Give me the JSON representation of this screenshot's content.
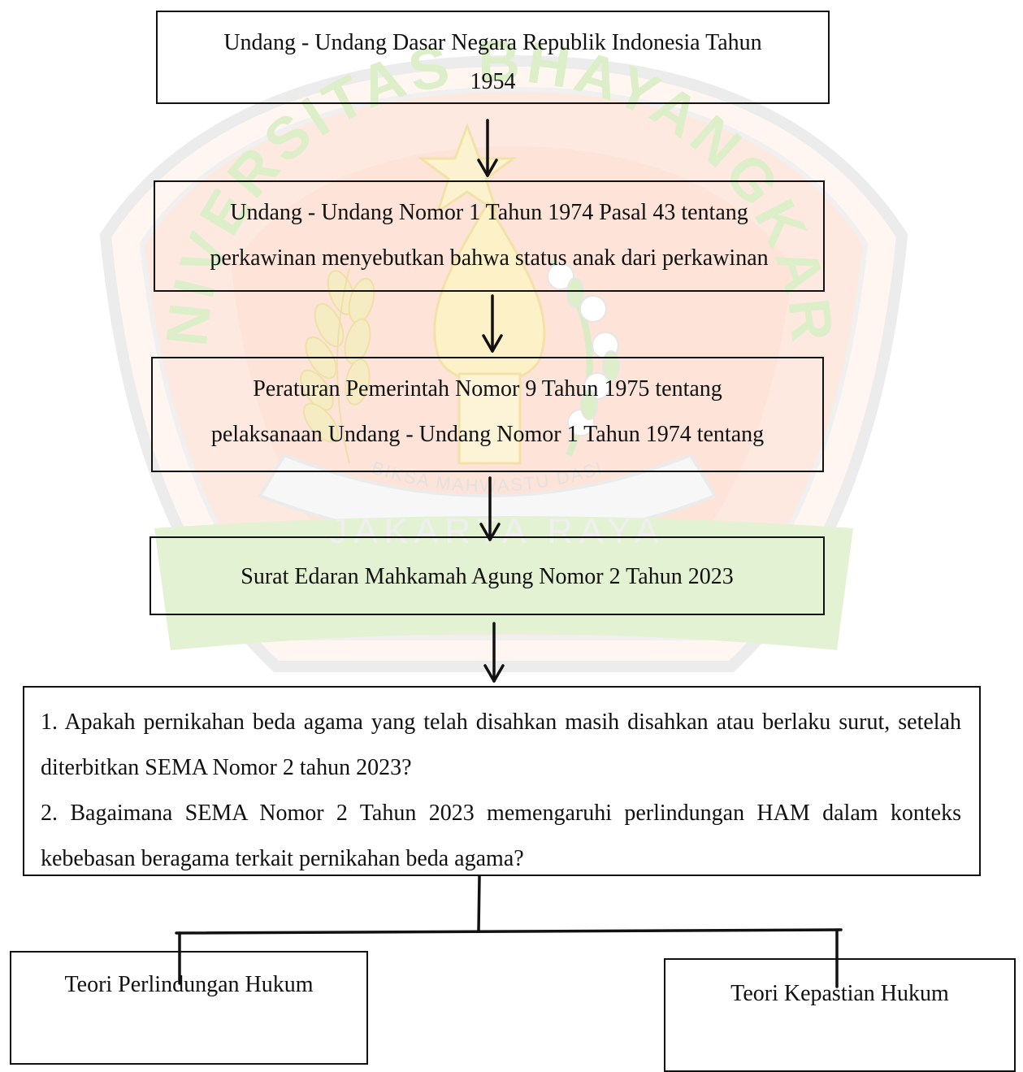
{
  "watermark": {
    "arc_top": "UNIVERSITAS BHAYANGKARA",
    "ribbon": "BIKSA MAHWASTU DASI",
    "bottom": "JAKARTA RAYA"
  },
  "flow": {
    "box1": {
      "lines": [
        "Undang - Undang Dasar Negara Republik Indonesia Tahun",
        "1954"
      ]
    },
    "box2": {
      "lines": [
        "Undang - Undang Nomor 1 Tahun 1974 Pasal 43 tentang",
        "perkawinan menyebutkan bahwa status anak dari perkawinan"
      ]
    },
    "box3": {
      "lines": [
        "Peraturan Pemerintah Nomor 9 Tahun 1975 tentang",
        "pelaksanaan Undang - Undang Nomor 1 Tahun 1974 tentang"
      ]
    },
    "box4": {
      "lines": [
        "Surat Edaran Mahkamah Agung Nomor 2 Tahun 2023"
      ]
    },
    "questions": {
      "q1": "1. Apakah pernikahan beda agama yang telah disahkan masih disahkan atau berlaku surut, setelah diterbitkan SEMA Nomor 2 tahun 2023?",
      "q2": "2. Bagaimana SEMA Nomor 2 Tahun 2023 memengaruhi perlindungan HAM dalam konteks kebebasan beragama terkait pernikahan beda agama?"
    },
    "theory_left": "Teori Perlindungan Hukum",
    "theory_right": "Teori Kepastian Hukum"
  },
  "colors": {
    "watermark_red": "#fde5dc",
    "watermark_green": "#e3f2d2",
    "watermark_yellow": "#fdf4d4",
    "watermark_gray": "#ebebeb",
    "line": "#111111"
  }
}
